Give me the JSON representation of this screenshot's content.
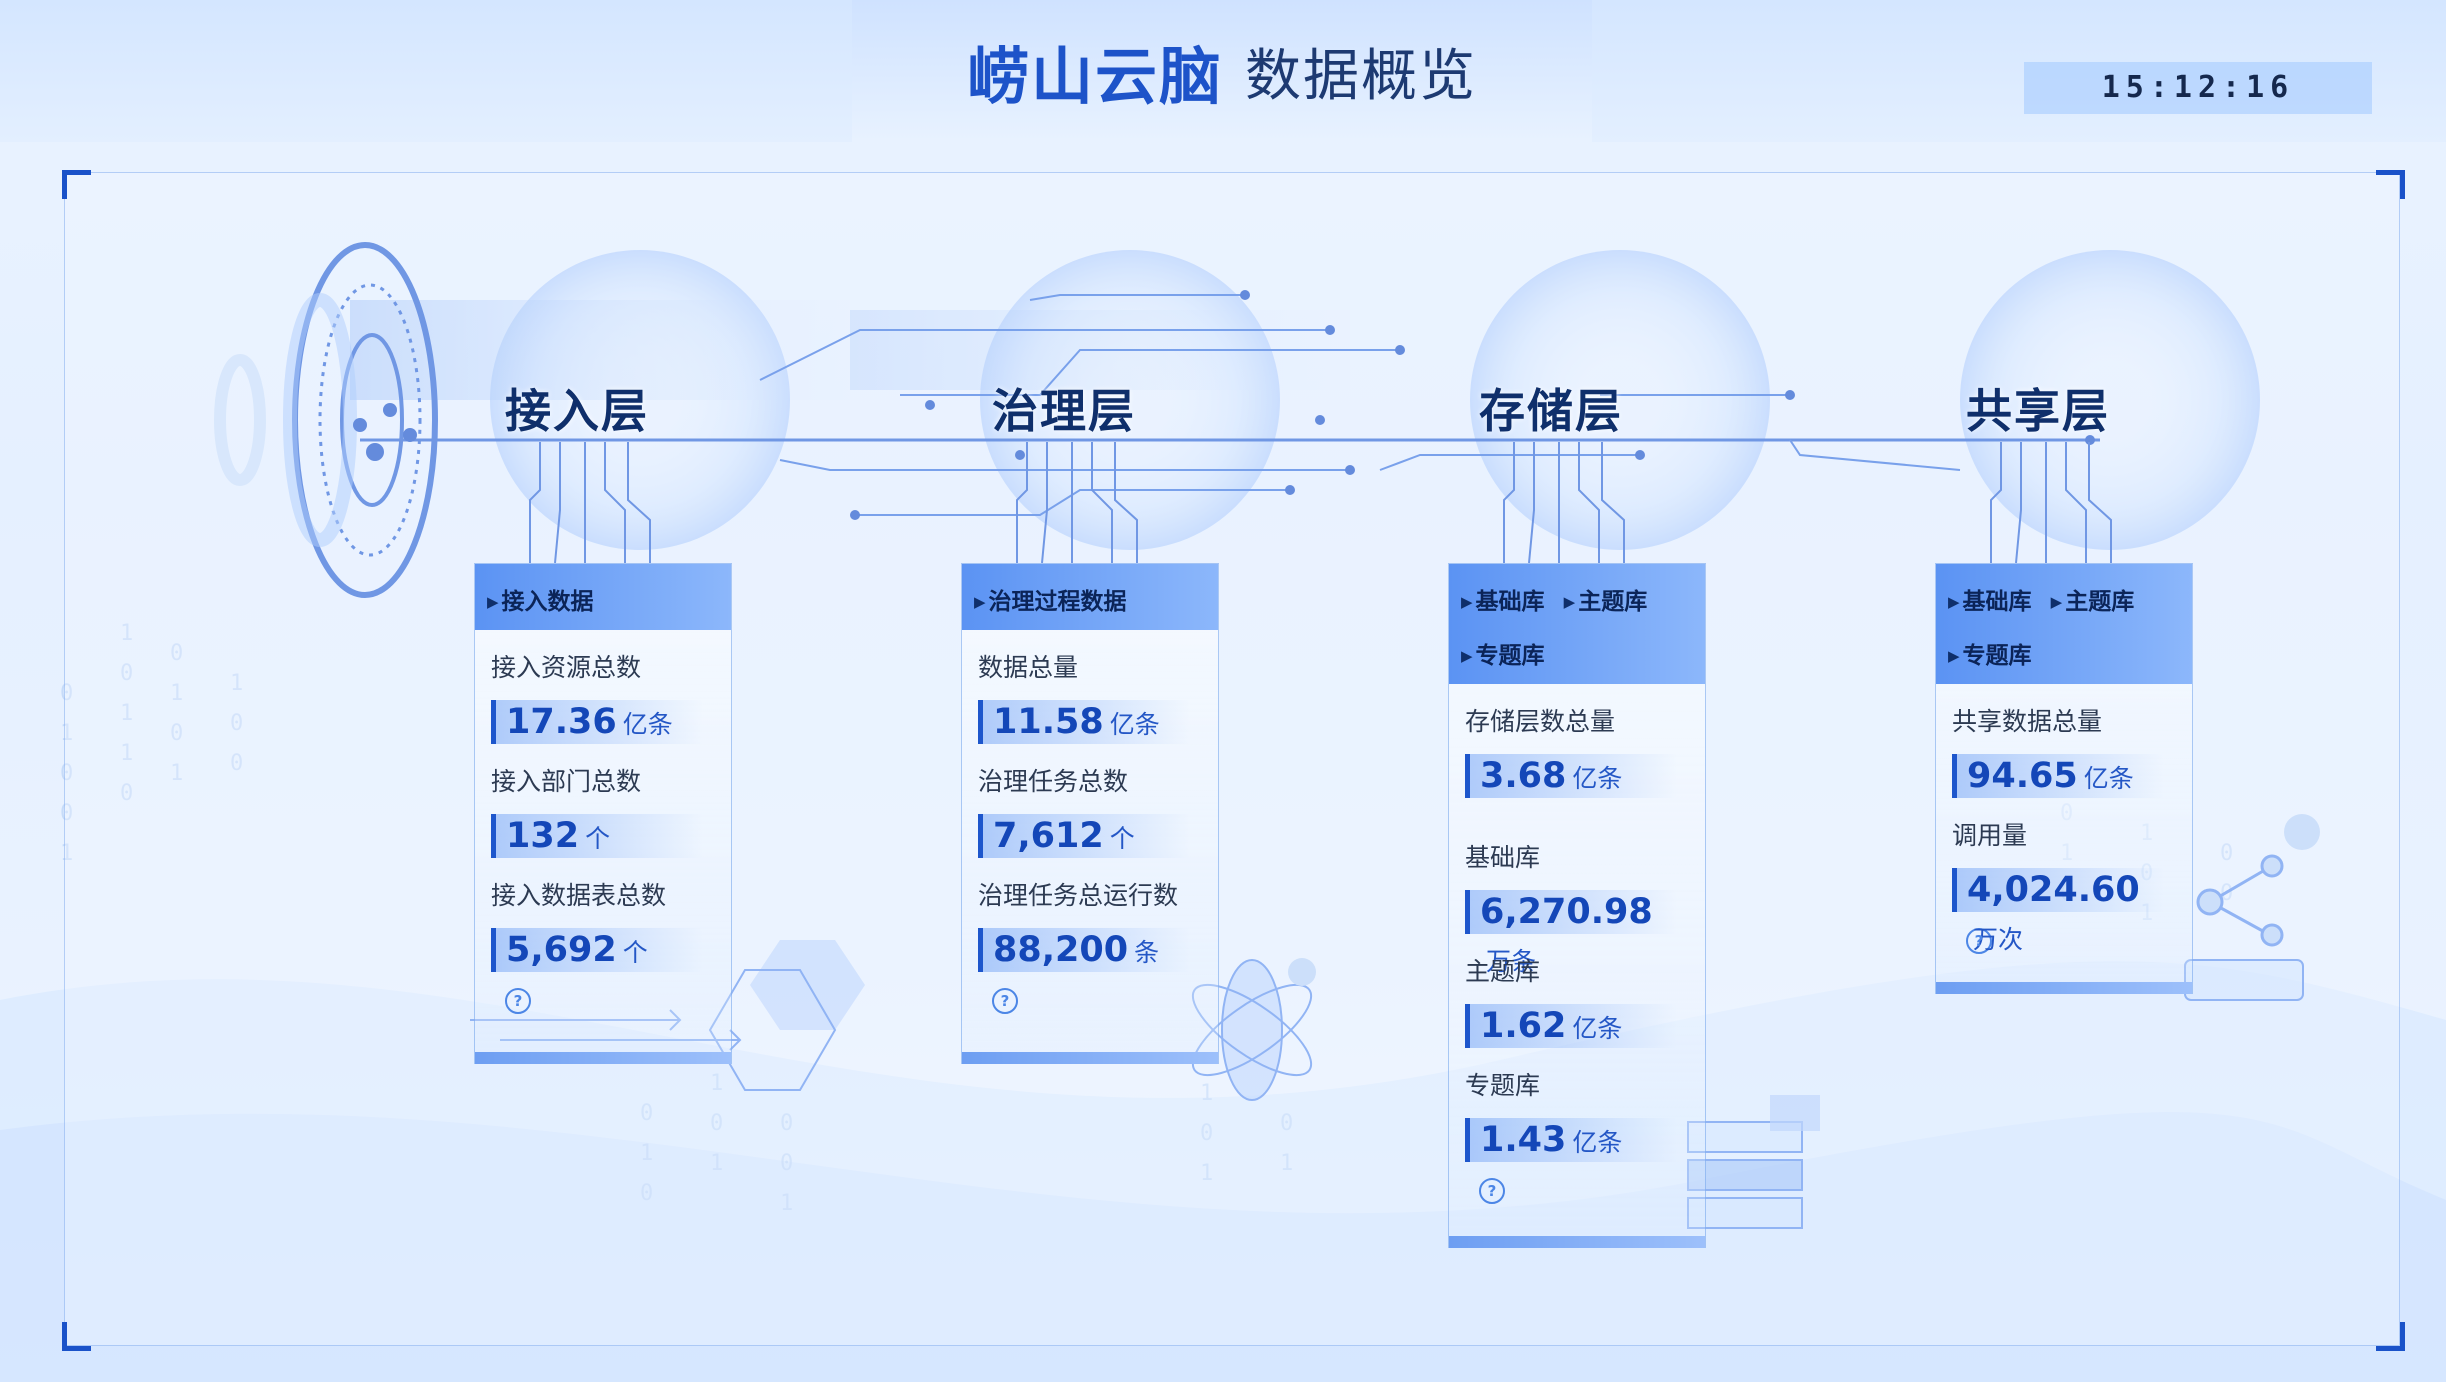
{
  "header": {
    "title_brand": "崂山云脑",
    "title_sub": "数据概览",
    "clock": "15:12:16"
  },
  "colors": {
    "accent": "#1d53c9",
    "panel_head": "#5b93f3",
    "value": "#1447b8"
  },
  "layers": [
    {
      "title": "接入层",
      "tags": [
        "接入数据"
      ],
      "metrics": [
        {
          "label": "接入资源总数",
          "value": "17.36",
          "unit": "亿条"
        },
        {
          "label": "接入部门总数",
          "value": "132",
          "unit": "个"
        },
        {
          "label": "接入数据表总数",
          "value": "5,692",
          "unit": "个"
        }
      ],
      "help_glyph": "?"
    },
    {
      "title": "治理层",
      "tags": [
        "治理过程数据"
      ],
      "metrics": [
        {
          "label": "数据总量",
          "value": "11.58",
          "unit": "亿条"
        },
        {
          "label": "治理任务总数",
          "value": "7,612",
          "unit": "个"
        },
        {
          "label": "治理任务总运行数",
          "value": "88,200",
          "unit": "条"
        }
      ],
      "help_glyph": "?"
    },
    {
      "title": "存储层",
      "tags": [
        "基础库",
        "主题库",
        "专题库"
      ],
      "metrics": [
        {
          "label": "存储层数总量",
          "value": "3.68",
          "unit": "亿条"
        },
        {
          "label": "基础库",
          "value": "6,270.98",
          "unit": "万条"
        },
        {
          "label": "主题库",
          "value": "1.62",
          "unit": "亿条"
        },
        {
          "label": "专题库",
          "value": "1.43",
          "unit": "亿条"
        }
      ],
      "help_glyph": "?"
    },
    {
      "title": "共享层",
      "tags": [
        "基础库",
        "主题库",
        "专题库"
      ],
      "metrics": [
        {
          "label": "共享数据总量",
          "value": "94.65",
          "unit": "亿条"
        },
        {
          "label": "调用量",
          "value": "4,024.60",
          "unit": "万次"
        }
      ],
      "help_glyph": "?"
    }
  ]
}
